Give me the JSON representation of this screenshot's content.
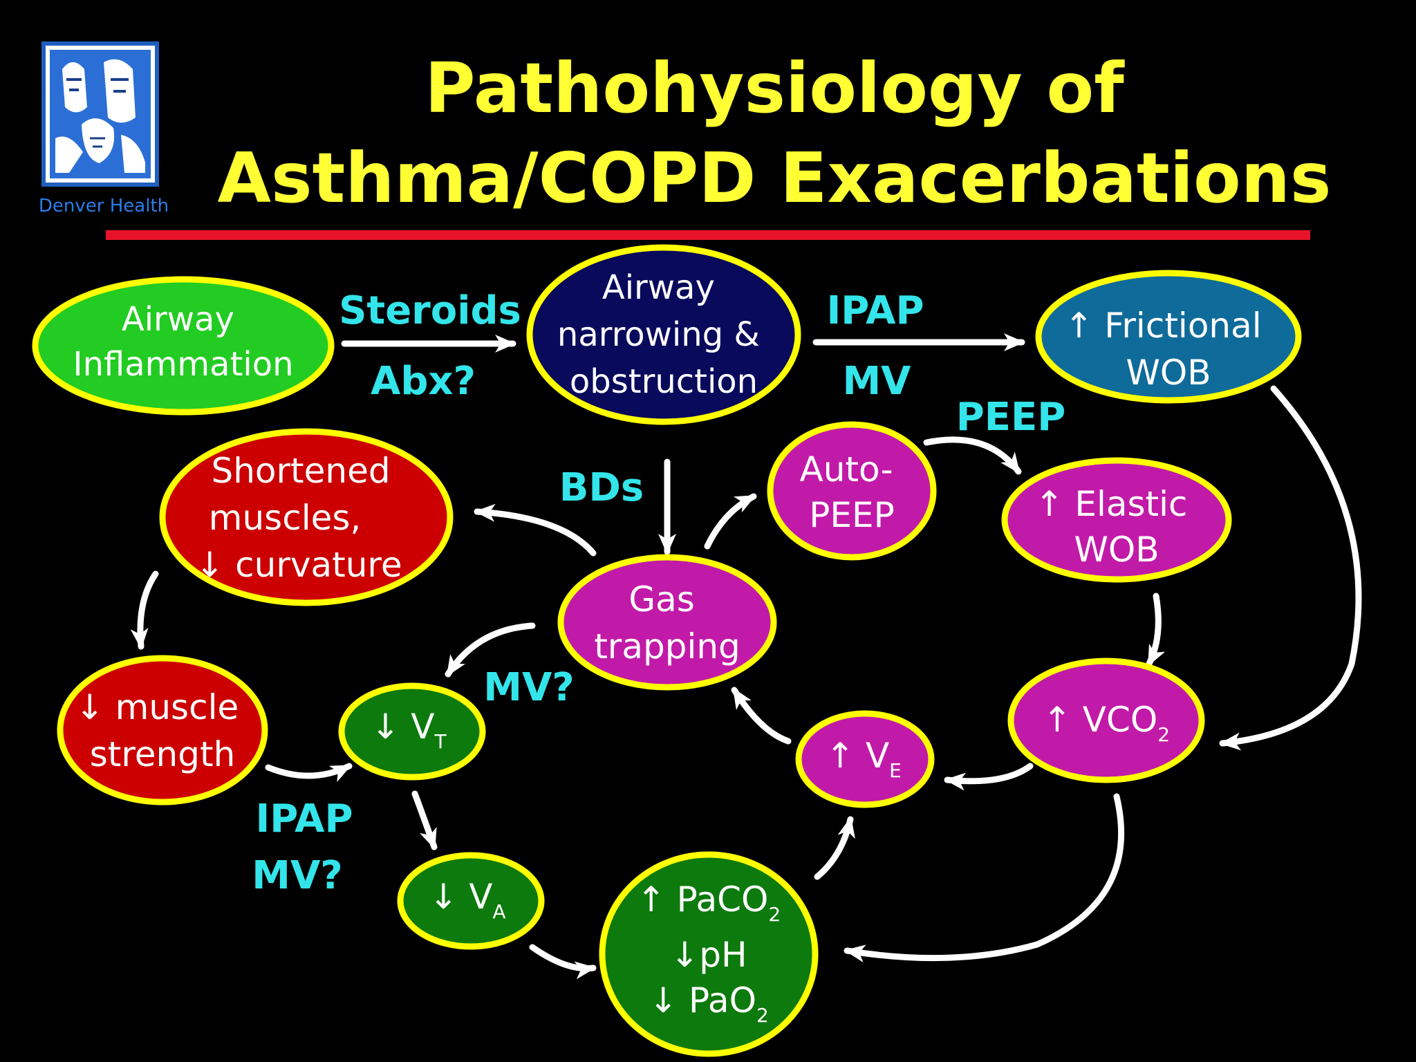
{
  "slide": {
    "title_line1": "Pathohysiology of",
    "title_line2": "Asthma/COPD Exacerbations",
    "logo_caption": "Denver Health"
  },
  "colors": {
    "background": "#000000",
    "title": "#ffff33",
    "rule": "#e8132a",
    "ellipse_outline": "#ffff00",
    "edge_label": "#33e5ea",
    "arrow": "#ffffff",
    "green_light": "#22cc22",
    "navy": "#0a0a5c",
    "teal": "#0f6b9a",
    "magenta": "#c21aa8",
    "red": "#cc0000",
    "green_dark": "#0d7a0d"
  },
  "nodes": {
    "airway_inflammation": {
      "lines": [
        "Airway",
        "Inflammation"
      ]
    },
    "airway_narrowing": {
      "lines": [
        "Airway",
        "narrowing &",
        "obstruction"
      ]
    },
    "frictional_wob": {
      "lines": [
        "↑ Frictional",
        "WOB"
      ]
    },
    "shortened_muscles": {
      "lines": [
        "Shortened",
        "muscles,",
        "↓ curvature"
      ]
    },
    "auto_peep": {
      "lines": [
        "Auto-",
        "PEEP"
      ]
    },
    "elastic_wob": {
      "lines": [
        "↑ Elastic",
        "WOB"
      ]
    },
    "gas_trapping": {
      "lines": [
        "Gas",
        "trapping"
      ]
    },
    "muscle_strength": {
      "lines": [
        "↓ muscle",
        "strength"
      ]
    },
    "vt": {
      "arrow": "↓ ",
      "base": "V",
      "sub": "T"
    },
    "ve": {
      "arrow": "↑ ",
      "base": "V",
      "sub": "E"
    },
    "vco2": {
      "arrow": "↑ ",
      "base": "VCO",
      "sub": "2"
    },
    "va": {
      "arrow": "↓ ",
      "base": "V",
      "sub": "A"
    },
    "blood_gas": {
      "paco2": {
        "arrow": "↑ ",
        "base": "PaCO",
        "sub": "2"
      },
      "ph": "↓pH",
      "pao2": {
        "arrow": "↓ ",
        "base": "PaO",
        "sub": "2"
      }
    }
  },
  "edge_labels": {
    "steroids": "Steroids",
    "abx": "Abx?",
    "ipap_top": "IPAP",
    "mv_top": "MV",
    "peep": "PEEP",
    "bds": "BDs",
    "mv_q": "MV?",
    "ipap_bottom": "IPAP",
    "mv_bottom": "MV?"
  }
}
